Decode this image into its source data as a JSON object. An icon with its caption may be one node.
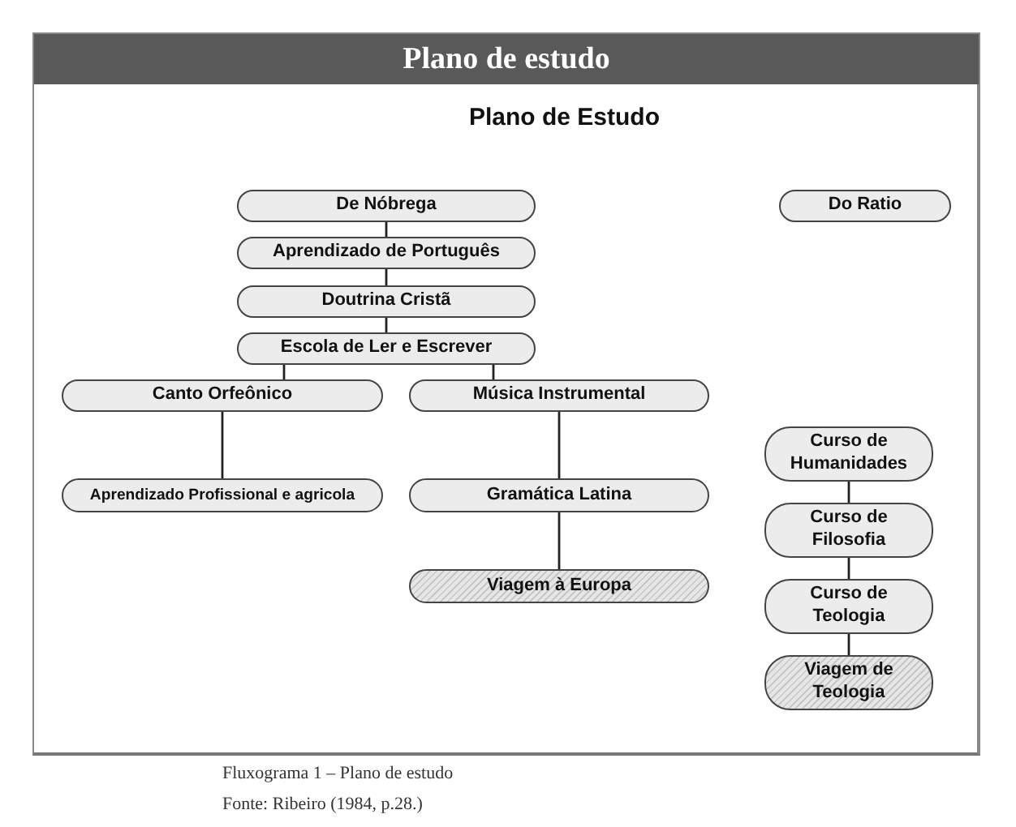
{
  "diagram": {
    "title": "Plano de estudo",
    "caption": "Fluxograma 1 – Plano de estudo",
    "nodes": [
      {
        "text": [
          "De Nóbrega"
        ]
      },
      {
        "text": [
          "Do Ratio"
        ]
      },
      {
        "text": [
          "Aprendizado de Português"
        ]
      },
      {
        "text": [
          "Doutrina Cristã"
        ]
      },
      {
        "text": [
          "Escola de Ler e Escrever"
        ]
      },
      {
        "text": [
          "Canto Orfeônico"
        ]
      },
      {
        "text": [
          "Música Instrumental"
        ]
      },
      {
        "text": [
          "Curso de Humanidades"
        ]
      },
      {
        "text": [
          "Aprendizado Profissional e agricola"
        ]
      },
      {
        "text": [
          "Gramática Latina"
        ]
      },
      {
        "text": [
          "Curso de Filosofia"
        ]
      },
      {
        "text": [
          "Viagem à Europa"
        ]
      },
      {
        "text": [
          "Curso de Teologia"
        ]
      },
      {
        "text": [
          "Viagem de Teologia"
        ]
      }
    ],
    "edges": [
      {
        "from": 0,
        "to": 2,
        "arrow": "none"
      },
      {
        "from": 2,
        "to": 3,
        "arrow": "none"
      },
      {
        "from": 3,
        "to": 4,
        "arrow": "none"
      },
      {
        "from": 4,
        "to": 5,
        "arrow": "none"
      },
      {
        "from": 4,
        "to": 6,
        "arrow": "none"
      },
      {
        "from": 5,
        "to": 8,
        "arrow": "none"
      },
      {
        "from": 6,
        "to": 9,
        "arrow": "none"
      },
      {
        "from": 9,
        "to": 11,
        "arrow": "none"
      },
      {
        "from": 7,
        "to": 10,
        "arrow": "none"
      },
      {
        "from": 10,
        "to": 12,
        "arrow": "none"
      },
      {
        "from": 12,
        "to": 13,
        "arrow": "none"
      }
    ],
    "labels": [
      "Plano de Estudo",
      "Fonte: Ribeiro (1984, p.28.)"
    ]
  }
}
